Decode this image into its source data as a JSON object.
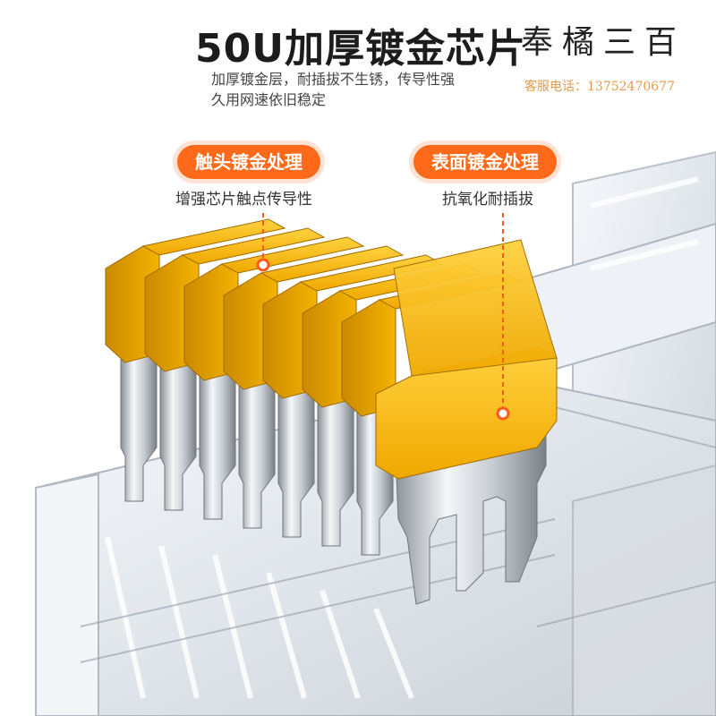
{
  "headline": "50U加厚镀金芯片",
  "subtitle_lines": [
    "加厚镀金层，耐插拔不生锈，传导性强",
    "久用网速依旧稳定"
  ],
  "brand_watermark": "奉橘三百",
  "service_contact": "客服电话：13752470677",
  "callouts": [
    {
      "label": "触头镀金处理",
      "description": "增强芯片触点传导性"
    },
    {
      "label": "表面镀金处理",
      "description": "抗氧化耐插拔"
    }
  ],
  "colors": {
    "accent": "#ff6a1a",
    "gold": "#f2b400",
    "gold_dark": "#b77d00",
    "silver": "#c9cdd2"
  },
  "icons": {
    "connector": "rj45-connector-illustration"
  }
}
